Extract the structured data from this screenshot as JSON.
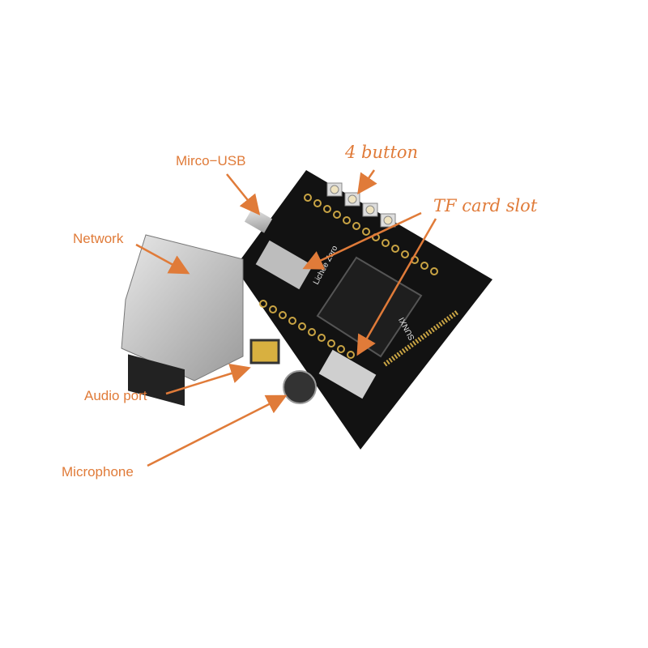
{
  "labels": {
    "micro_usb": "Mirco−USB",
    "buttons": "4 button",
    "tf_card": "TF card slot",
    "network": "Network",
    "audio": "Audio port",
    "microphone": "Microphone"
  },
  "board_silkscreen": [
    "Lichee Zero",
    "SUNXI"
  ],
  "colors": {
    "annotation": "#e07b39",
    "board": "#111111",
    "gold": "#c9a444"
  }
}
